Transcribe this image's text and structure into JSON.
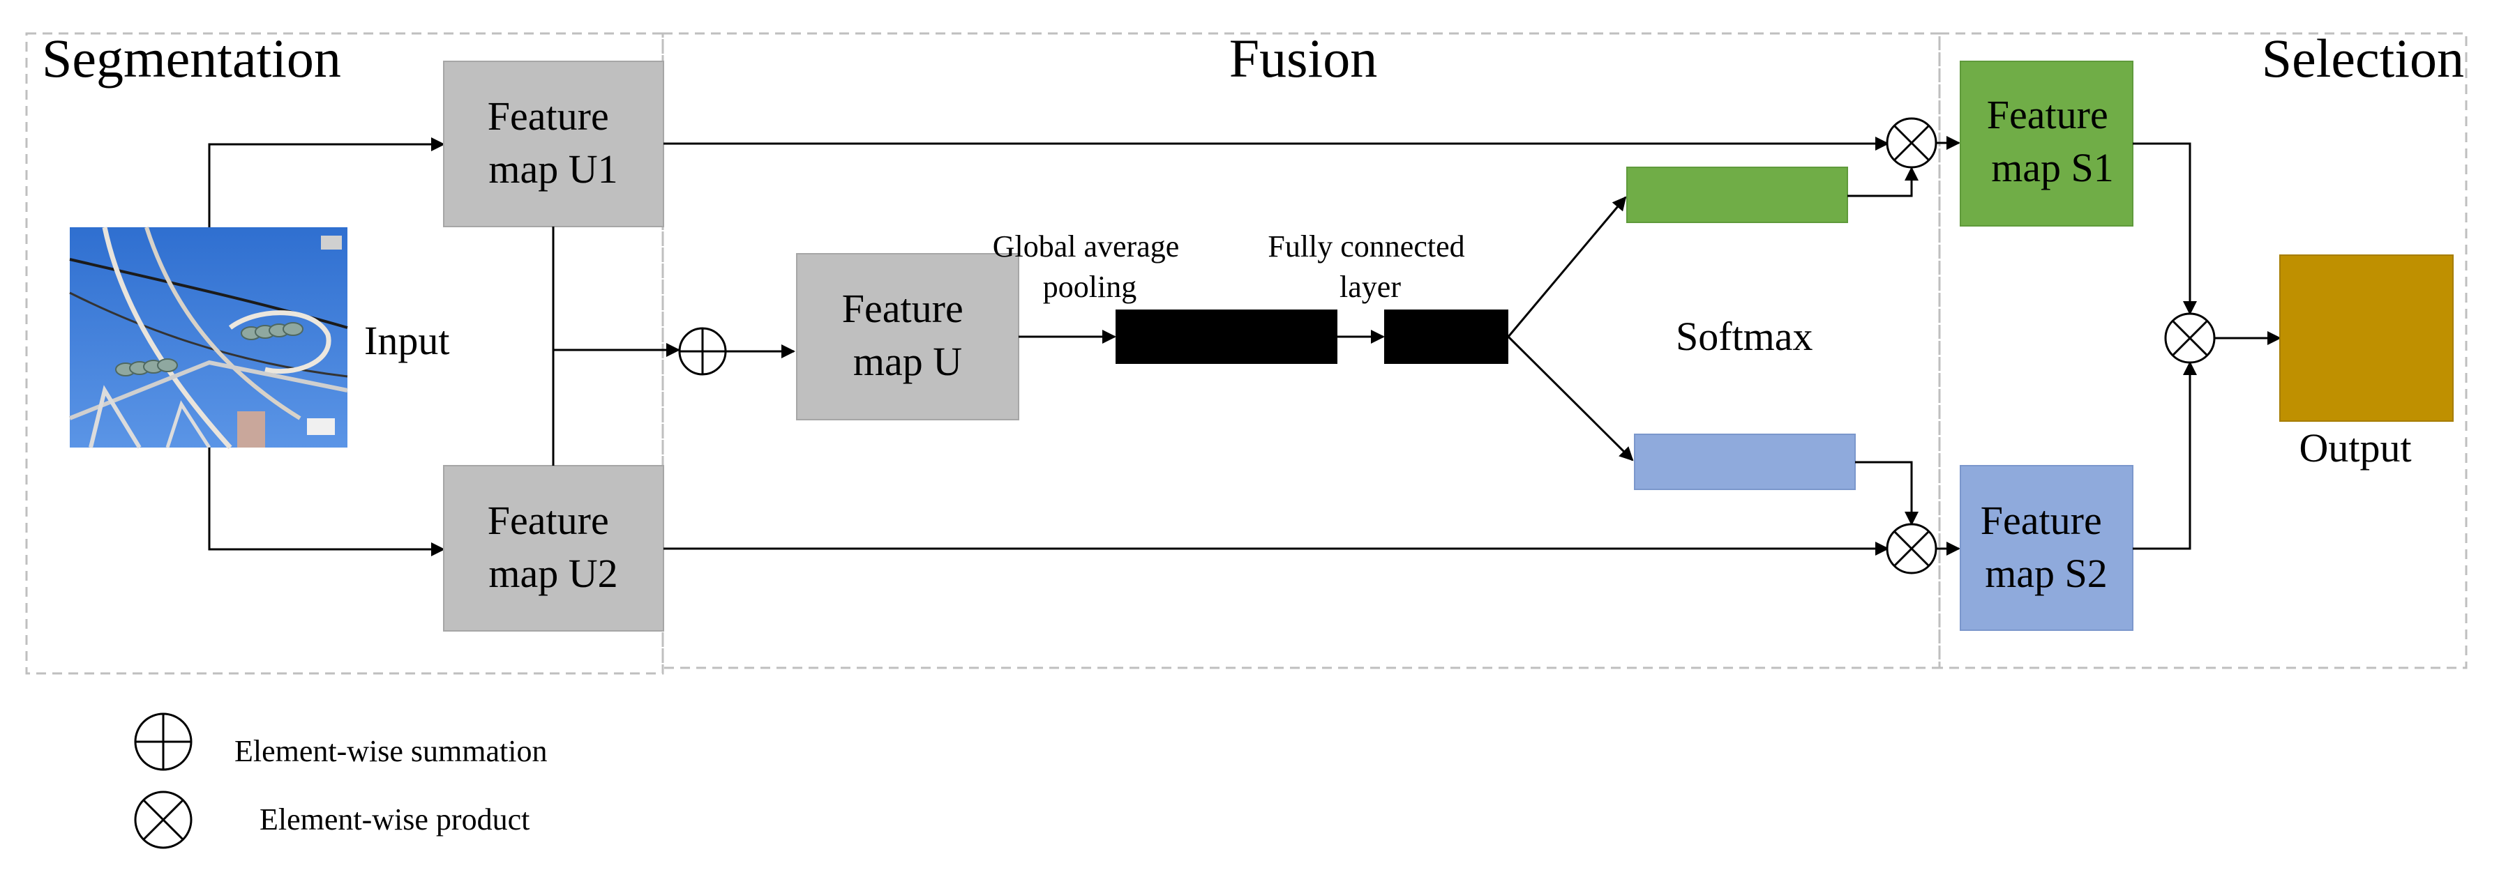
{
  "sections": {
    "segmentation": "Segmentation",
    "fusion": "Fusion",
    "selection": "Selection"
  },
  "input_label": "Input",
  "boxes": {
    "u1": [
      "Feature",
      "map U1"
    ],
    "u2": [
      "Feature",
      "map U2"
    ],
    "u": [
      "Feature",
      "map U"
    ],
    "s1": [
      "Feature",
      "map S1"
    ],
    "s2": [
      "Feature",
      "map S2"
    ]
  },
  "labels": {
    "gap": [
      "Global average",
      "pooling"
    ],
    "fc": [
      "Fully connected",
      "layer"
    ],
    "softmax": "Softmax",
    "output": "Output"
  },
  "legend": {
    "sum": "Element-wise summation",
    "product": "Element-wise product"
  },
  "colors": {
    "gray_box": "#bfbfbf",
    "green_vector": "#70ad47",
    "blue_vector": "#8faadc",
    "output_box": "#bf9000",
    "black_bar": "#000000",
    "sky": "#3f7fd6"
  },
  "icons": [
    "sum-icon",
    "product-icon",
    "input-photo"
  ]
}
